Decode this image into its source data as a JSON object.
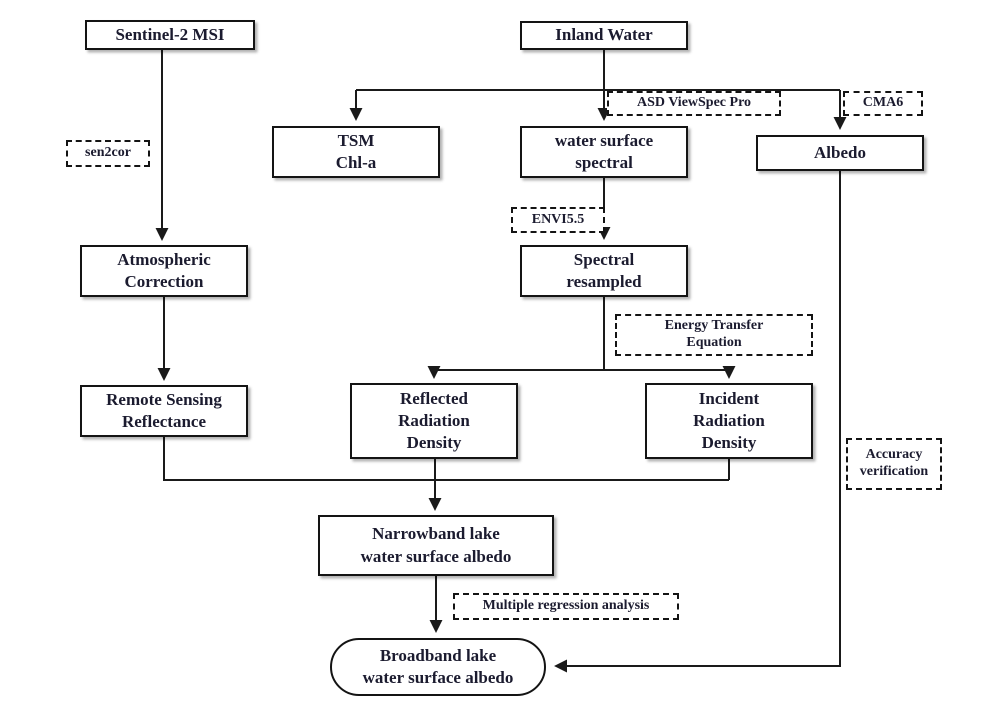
{
  "diagram": {
    "nodes": {
      "sentinel2_msi": "Sentinel-2 MSI",
      "inland_water": "Inland Water",
      "tsm_chla": "TSM\nChl-a",
      "water_surface_spectral": "water surface\nspectral",
      "albedo": "Albedo",
      "atmospheric_correction": "Atmospheric\nCorrection",
      "spectral_resampled": "Spectral\nresampled",
      "remote_sensing_reflectance": "Remote Sensing\nReflectance",
      "reflected_radiation_density": "Reflected\nRadiation\nDensity",
      "incident_radiation_density": "Incident\nRadiation\nDensity",
      "narrowband_albedo": "Narrowband lake\nwater surface albedo",
      "broadband_albedo": "Broadband lake\nwater surface albedo"
    },
    "labels": {
      "sen2cor": "sen2cor",
      "asd_viewspec_pro": "ASD ViewSpec Pro",
      "cma6": "CMA6",
      "envi55": "ENVI5.5",
      "energy_transfer_equation": "Energy Transfer\nEquation",
      "accuracy_verification": "Accuracy\nverification",
      "multiple_regression": "Multiple regression analysis"
    },
    "colors": {
      "line": "#1a1a1a",
      "text": "#1b1b2f",
      "background": "#ffffff"
    }
  }
}
